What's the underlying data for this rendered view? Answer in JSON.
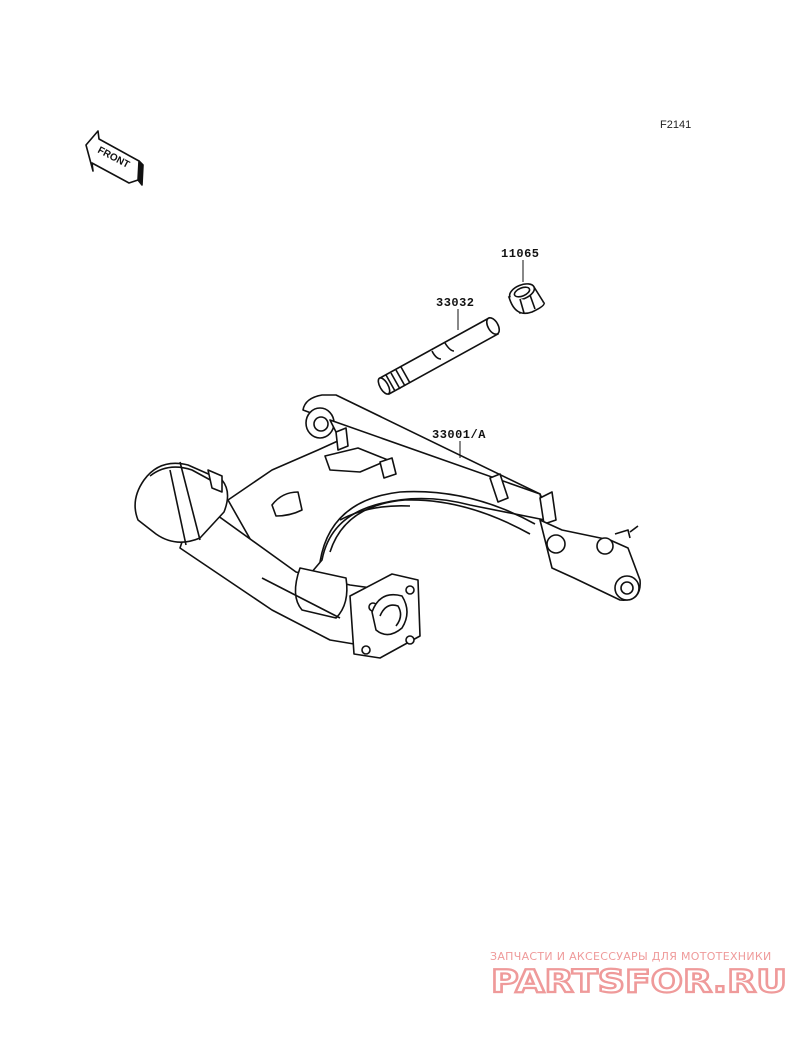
{
  "figure_code": "F2141",
  "front_arrow": {
    "text": "FRONT",
    "icon": "front-direction-arrow-icon"
  },
  "parts": [
    {
      "part_number": "11065"
    },
    {
      "part_number": "33032"
    },
    {
      "part_number": "33001/A"
    }
  ],
  "watermark": {
    "tagline": "ЗАПЧАСТИ И АКСЕССУАРЫ ДЛЯ МОТОТЕХНИКИ",
    "logo": "PARTSFOR.RU",
    "color": "#ef9a9a"
  }
}
